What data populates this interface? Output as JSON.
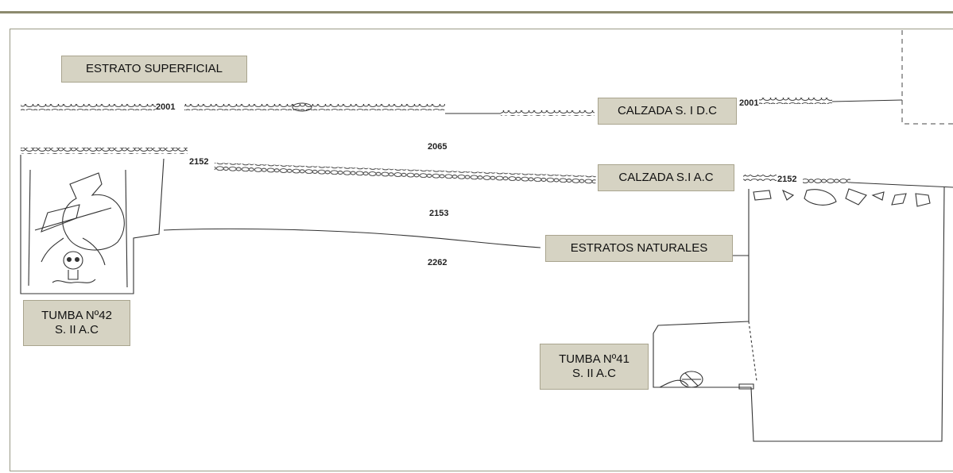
{
  "labels": {
    "estrato_superficial": "ESTRATO SUPERFICIAL",
    "calzada_idc": "CALZADA S. I D.C",
    "calzada_iac": "CALZADA S.I A.C",
    "estratos_naturales": "ESTRATOS NATURALES",
    "tumba42": "TUMBA Nº42\nS. II A.C",
    "tumba41": "TUMBA Nº41\nS. II A.C"
  },
  "units": {
    "u2001_left": "2001",
    "u2001_right": "2001",
    "u2065": "2065",
    "u2152_left": "2152",
    "u2152_right": "2152",
    "u2153": "2153",
    "u2262": "2262"
  }
}
